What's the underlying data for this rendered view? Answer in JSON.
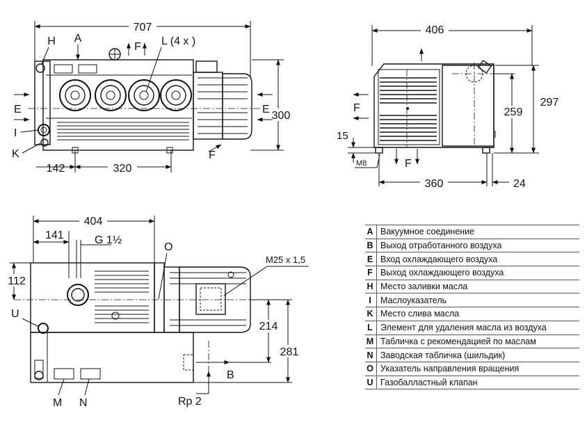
{
  "top_view": {
    "dims": {
      "width": "707",
      "height": "300",
      "left": "142",
      "base": "320"
    },
    "labels": {
      "H": "H",
      "A": "A",
      "F_top": "F",
      "L": "L (4 x )",
      "E_left": "E",
      "E_right": "E",
      "I": "I",
      "K": "K",
      "F_bottom": "F"
    }
  },
  "side_view": {
    "dims": {
      "width": "406",
      "height": "297",
      "inner": "259",
      "foot": "15",
      "base": "360",
      "edge": "24",
      "thread": "M8"
    },
    "labels": {
      "F_left": "F",
      "F_bottom": "F"
    }
  },
  "front_view": {
    "dims": {
      "width": "404",
      "offset": "141",
      "pipe": "G 1½",
      "height_top": "112",
      "h214": "214",
      "h281": "281",
      "motor_thread": "M25 x 1,5",
      "rp": "Rp 2"
    },
    "labels": {
      "O": "O",
      "U": "U",
      "M": "M",
      "N": "N",
      "B": "B"
    }
  },
  "legend": [
    {
      "key": "A",
      "text": "Вакуумное соединение"
    },
    {
      "key": "B",
      "text": "Выход отработанного воздуха"
    },
    {
      "key": "E",
      "text": "Вход охлаждающего воздуха"
    },
    {
      "key": "F",
      "text": "Выход охлаждающего воздуха"
    },
    {
      "key": "H",
      "text": "Место заливки масла"
    },
    {
      "key": "I",
      "text": "Маслоуказатель"
    },
    {
      "key": "K",
      "text": "Место слива масла"
    },
    {
      "key": "L",
      "text": "Элемент для удаления масла из воздуха"
    },
    {
      "key": "M",
      "text": "Табличка с рекомендацией по маслам"
    },
    {
      "key": "N",
      "text": "Заводская табличка (шильдик)"
    },
    {
      "key": "O",
      "text": "Указатель направления вращения"
    },
    {
      "key": "U",
      "text": "Газобалластный клапан"
    }
  ]
}
